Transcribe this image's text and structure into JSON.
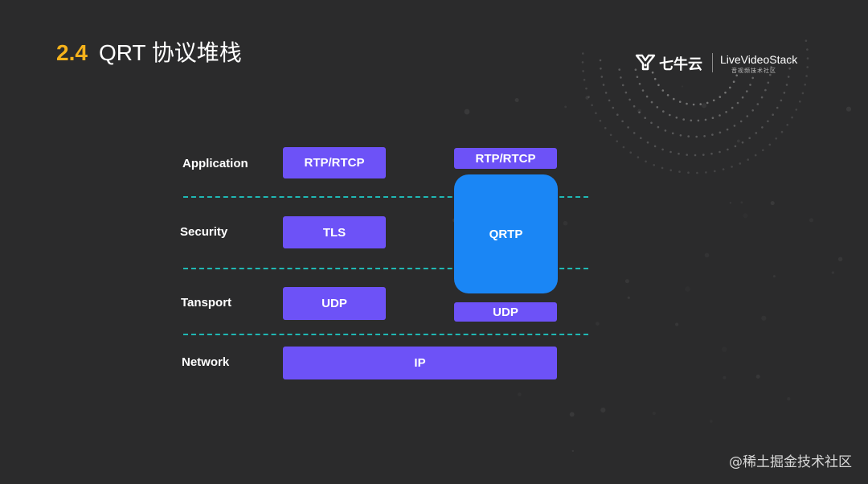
{
  "title": {
    "number": "2.4",
    "text": "QRT 协议堆栈"
  },
  "logo": {
    "brand": "七牛云",
    "partner": "LiveVideoStack",
    "partner_sub": "音视频技术社区"
  },
  "layers": {
    "application": "Application",
    "security": "Security",
    "transport": "Tansport",
    "network": "Network"
  },
  "left_stack": {
    "application": "RTP/RTCP",
    "security": "TLS",
    "transport": "UDP"
  },
  "right_stack": {
    "top": "RTP/RTCP",
    "middle": "QRTP",
    "bottom": "UDP"
  },
  "network_box": "IP",
  "watermark": "@稀土掘金技术社区",
  "colors": {
    "background": "#2b2b2c",
    "purple_box": "#6d52f7",
    "blue_box": "#1a86f5",
    "dash": "#1fb8b4",
    "title_number": "#f5b21b"
  }
}
